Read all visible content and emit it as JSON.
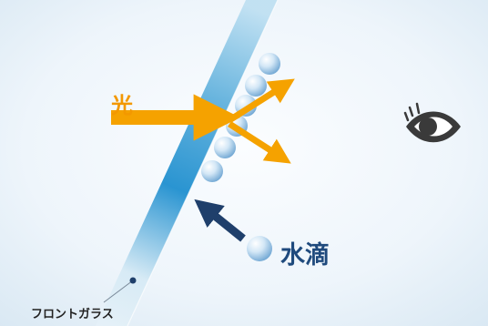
{
  "labels": {
    "light": "光",
    "water_drop": "水滴",
    "front_glass": "フロントガラス"
  },
  "icons": {
    "eye": "eye-icon",
    "incoming_light": "arrow-right-icon",
    "reflected_light_up": "arrow-up-right-icon",
    "reflected_light_down": "arrow-down-right-icon",
    "drop_motion": "arrow-up-left-icon"
  },
  "colors": {
    "light_arrow": "#f5a200",
    "drop_arrow": "#1f3f6b",
    "label_light": "#f39800",
    "label_drop": "#1f4a7d",
    "glass": "#5fb0dc",
    "background": "#e7f1f8"
  }
}
